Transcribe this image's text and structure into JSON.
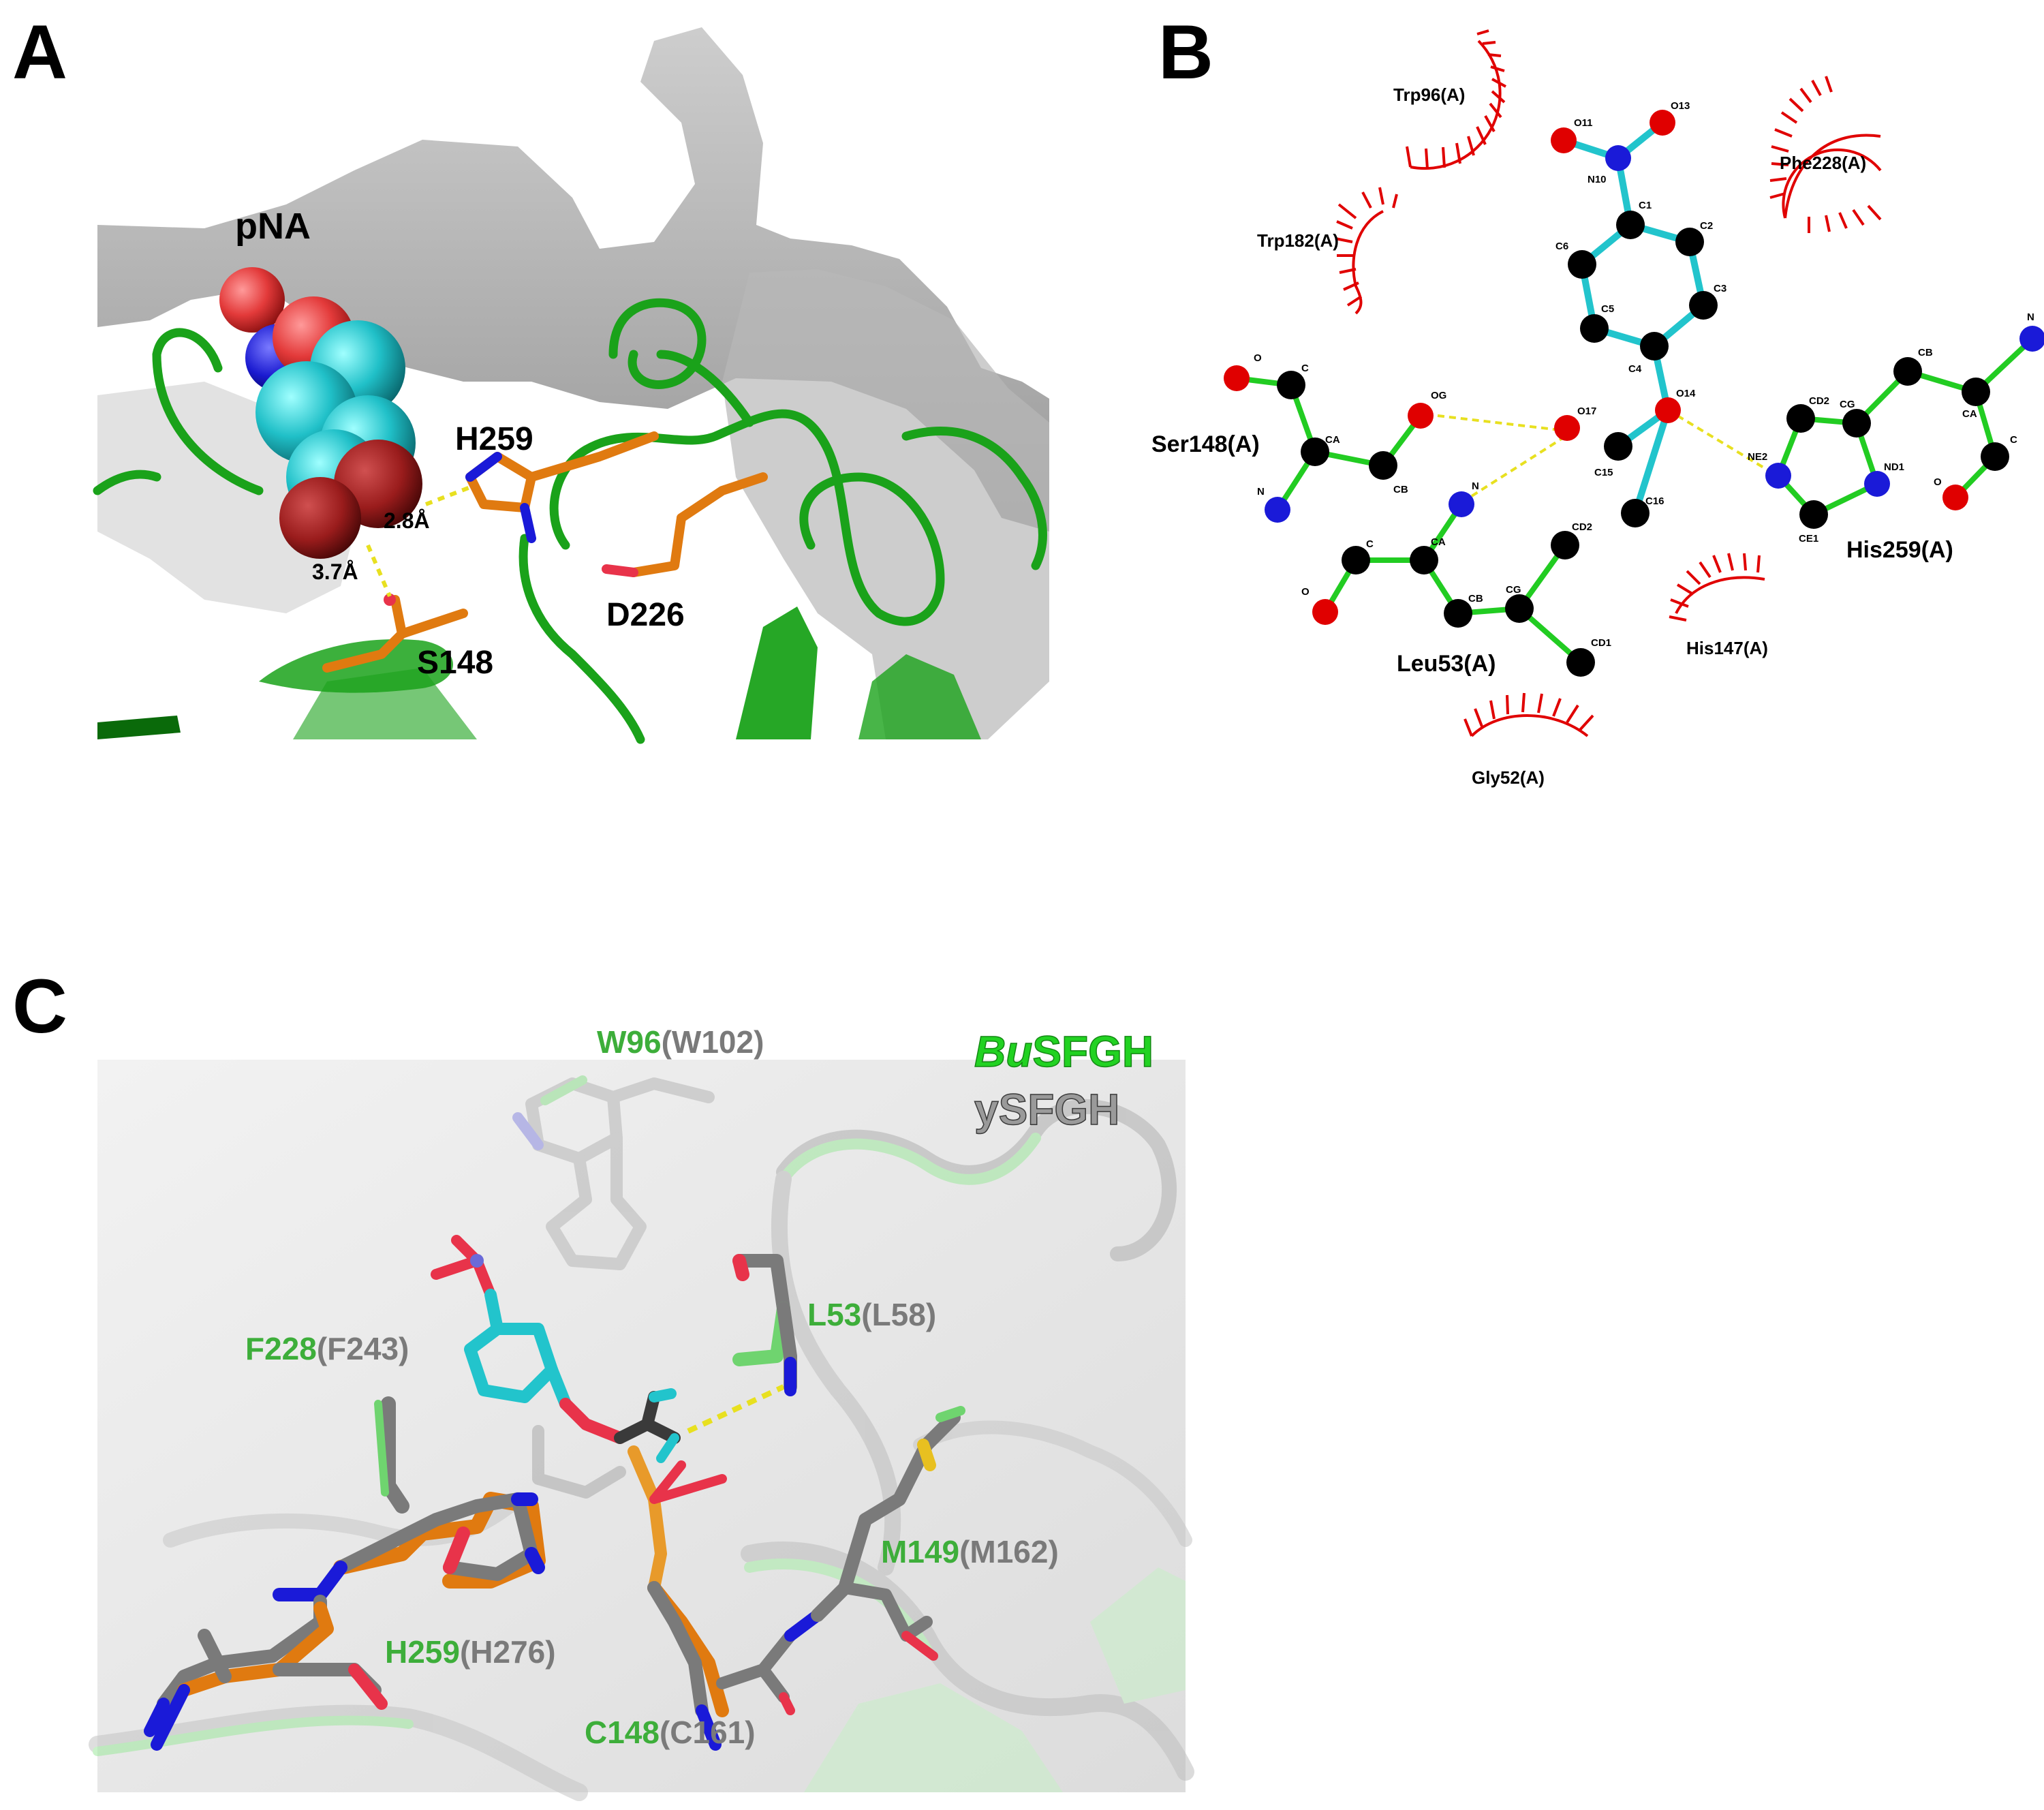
{
  "panels": {
    "a": {
      "letter": "A",
      "labels": {
        "ligand": "pNA",
        "his": "H259",
        "asp": "D226",
        "ser": "S148",
        "dist1": "2.8Å",
        "dist2": "3.7Å"
      }
    },
    "b": {
      "letter": "B",
      "residues": {
        "ser": "Ser148(A)",
        "leu": "Leu53(A)",
        "his": "His259(A)"
      },
      "hydrophobic": [
        "Trp96(A)",
        "Phe228(A)",
        "Trp182(A)",
        "His147(A)",
        "Gly52(A)"
      ],
      "atoms": {
        "o11": "O11",
        "o13": "O13",
        "n10": "N10",
        "c1": "C1",
        "c2": "C2",
        "c3": "C3",
        "c4": "C4",
        "c5": "C5",
        "c6": "C6",
        "o14": "O14",
        "o17": "O17",
        "c15": "C15",
        "c16": "C16",
        "ser_o": "O",
        "ser_c": "C",
        "ser_ca": "CA",
        "ser_n": "N",
        "ser_cb": "CB",
        "ser_og": "OG",
        "leu_n": "N",
        "leu_ca": "CA",
        "leu_c": "C",
        "leu_o": "O",
        "leu_cb": "CB",
        "leu_cg": "CG",
        "leu_cd1": "CD1",
        "leu_cd2": "CD2",
        "his_ne2": "NE2",
        "his_cd2": "CD2",
        "his_cg": "CG",
        "his_nd1": "ND1",
        "his_ce1": "CE1",
        "his_cb": "CB",
        "his_ca": "CA",
        "his_n": "N",
        "his_c": "C",
        "his_o": "O"
      }
    },
    "c": {
      "letter": "C",
      "legend": {
        "bu_italic": "Bu",
        "bu_rest": "SFGH",
        "y": "ySFGH"
      },
      "residues": [
        {
          "green": "W96",
          "grey": "(W102)"
        },
        {
          "green": "L53",
          "grey": "(L58)"
        },
        {
          "green": "F228",
          "grey": "(F243)"
        },
        {
          "green": "M149",
          "grey": "(M162)"
        },
        {
          "green": "H259",
          "grey": "(H276)"
        },
        {
          "green": "C148",
          "grey": "(C161)"
        }
      ]
    }
  },
  "colors": {
    "carbon_green": "#1aa21a",
    "orange": "#e07a10",
    "cyan": "#22c4cc",
    "oxygen_red": "#e8334a",
    "nitrogen_blue": "#1a1ad8",
    "hbond_yellow": "#e8e020",
    "surface_grey": "#9a9a9a",
    "ligplot_red": "#e00000",
    "bond_green": "#22cc22"
  }
}
